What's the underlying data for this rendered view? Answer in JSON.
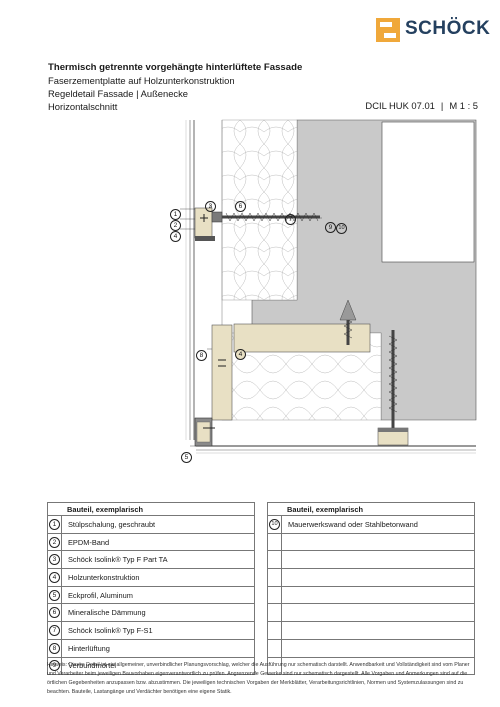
{
  "brand": {
    "name": "SCHÖCK",
    "color": "#24405f",
    "accent": "#f0a83a"
  },
  "header": {
    "title": "Thermisch getrennte vorgehängte hinterlüftete Fassade",
    "line2": "Faserzementplatte auf Holzunterkonstruktion",
    "line3": "Regeldetail Fassade | Außenecke",
    "line4": "Horizontalschnitt",
    "ref_code": "DCIL HUK 07.01",
    "ref_sep": "|",
    "scale": "M 1 : 5"
  },
  "callouts": {
    "c1": "1",
    "c2": "2",
    "c3": "3",
    "c4": "4",
    "c4b": "4",
    "c5": "5",
    "c6": "6",
    "c7": "7",
    "c8": "8",
    "c9": "9",
    "c10": "10"
  },
  "legend": {
    "header": "Bauteil, exemplarisch",
    "left": [
      {
        "num": "1",
        "label": "Stülpschalung, geschraubt"
      },
      {
        "num": "2",
        "label": "EPDM-Band"
      },
      {
        "num": "3",
        "label": "Schöck Isolink® Typ F Part TA"
      },
      {
        "num": "4",
        "label": "Holzunterkonstruktion"
      },
      {
        "num": "5",
        "label": "Eckprofil, Aluminum"
      },
      {
        "num": "6",
        "label": "Mineralische Dämmung"
      },
      {
        "num": "7",
        "label": "Schöck Isolink® Typ F-S1"
      },
      {
        "num": "8",
        "label": "Hinterlüftung"
      },
      {
        "num": "9",
        "label": "Verbundmörtel"
      }
    ],
    "right": [
      {
        "num": "10",
        "label": "Mauerwerkswand oder Stahlbetonwand"
      },
      {
        "num": "",
        "label": ""
      },
      {
        "num": "",
        "label": ""
      },
      {
        "num": "",
        "label": ""
      },
      {
        "num": "",
        "label": ""
      },
      {
        "num": "",
        "label": ""
      },
      {
        "num": "",
        "label": ""
      },
      {
        "num": "",
        "label": ""
      },
      {
        "num": "",
        "label": ""
      }
    ]
  },
  "note": "Hinweis: Dieses Detail ist ein allgemeiner, unverbindlicher Planungsvorschlag, welcher die Ausführung nur schematisch darstellt. Anwendbarkeit und Vollständigkeit sind vom Planer und Verarbeiter beim jeweiligen Bauvorhaben eigenverantwortlich zu prüfen. Angrenzende Gewerke sind nur schematisch dargestellt. Alle Vorgaben und Anmerkungen sind auf die örtlichen Gegebenheiten anzupassen bzw. abzustimmen. Die jeweiligen technischen Vorgaben der Merkblätter, Verarbeitungsrichtlinien, Normen und Systemzulassungen sind zu beachten. Bauteile, Lastangänge und Verdächter benötigen eine eigene Statik."
}
